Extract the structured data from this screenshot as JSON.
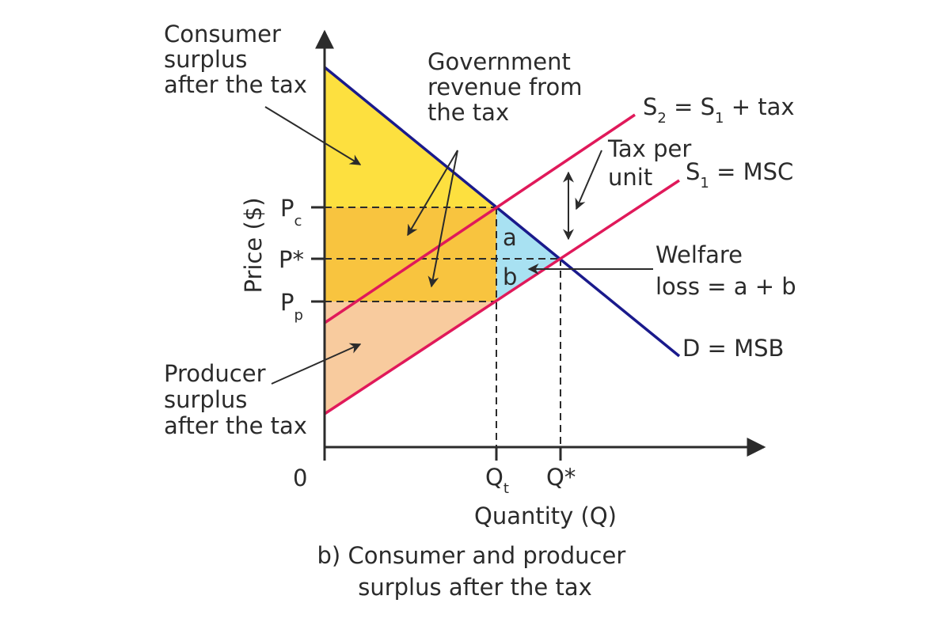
{
  "colors": {
    "demand": "#1a1a8c",
    "supply": "#e0195a",
    "consumer_surplus": "#fde03f",
    "government_revenue": "#f8c43f",
    "producer_surplus": "#f8cb9e",
    "welfare_loss": "#a8e1f2",
    "ink": "#2b2b2b"
  },
  "axes": {
    "y_label": "Price ($)",
    "x_label": "Quantity (Q)",
    "origin": "0",
    "y_ticks": [
      {
        "main": "P",
        "sub": "c"
      },
      {
        "main": "P*",
        "sub": ""
      },
      {
        "main": "P",
        "sub": "p"
      }
    ],
    "x_ticks": [
      {
        "main": "Q",
        "sub": "t"
      },
      {
        "main": "Q*",
        "sub": ""
      }
    ]
  },
  "curves": {
    "s2": {
      "a": "S",
      "a_sub": "2",
      "b": " = S",
      "b_sub": "1",
      "c": " + tax"
    },
    "s1": {
      "a": "S",
      "a_sub": "1",
      "b": " = MSC"
    },
    "demand": "D = MSB"
  },
  "annotations": {
    "consumer_surplus": [
      "Consumer",
      "surplus",
      "after the tax"
    ],
    "government_revenue": [
      "Government",
      "revenue from",
      "the tax"
    ],
    "tax_per_unit": [
      "Tax per",
      "unit"
    ],
    "welfare_loss": [
      "Welfare",
      "loss = a + b"
    ],
    "producer_surplus": [
      "Producer",
      "surplus",
      "after the tax"
    ],
    "area_a": "a",
    "area_b": "b"
  },
  "caption": [
    "b) Consumer and producer",
    "surplus after the tax"
  ]
}
